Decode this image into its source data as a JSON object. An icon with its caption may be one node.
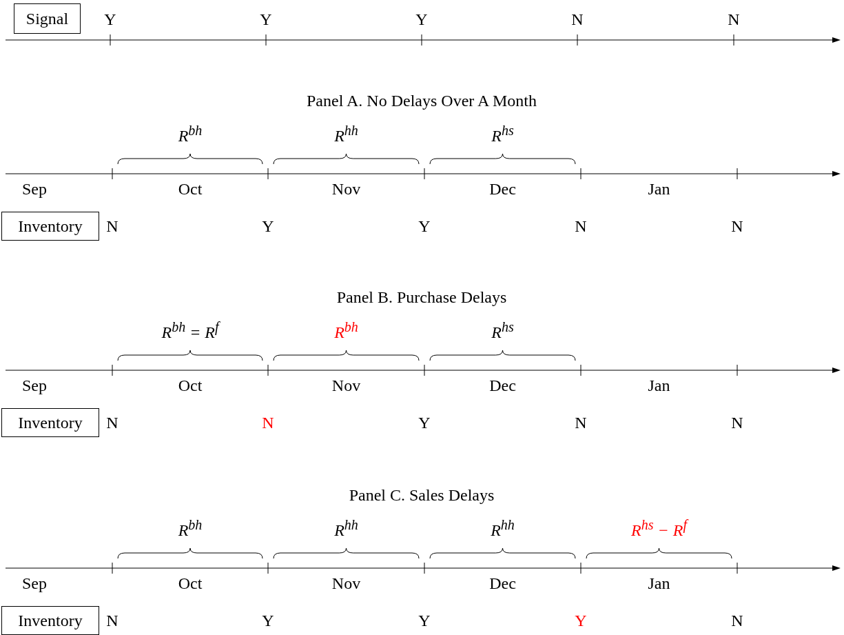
{
  "diagram": {
    "nodes": [
      {
        "text": [
          "Signal"
        ]
      },
      {
        "text": [
          "Inventory"
        ]
      },
      {
        "text": [
          "Inventory"
        ]
      },
      {
        "text": [
          "Inventory"
        ]
      }
    ],
    "labels": [
      "Y",
      "Y",
      "Y",
      "N",
      "N",
      "Panel A. No Delays Over A Month",
      "R$^{bh}$",
      "R$^{hh}$",
      "R$^{hs}$",
      "Sep",
      "Oct",
      "Nov",
      "Dec",
      "Jan",
      "N",
      "Y",
      "Y",
      "N",
      "N",
      "Panel B. Purchase Delays",
      "R$^{bh}$ = R$^{f}$",
      "R$^{bh}$",
      "R$^{hs}$",
      "Sep",
      "Oct",
      "Nov",
      "Dec",
      "Jan",
      "N",
      "N",
      "Y",
      "N",
      "N",
      "Panel C. Sales Delays",
      "R$^{bh}$",
      "R$^{hh}$",
      "R$^{hh}$",
      "R$^{hs}$ − R$^{f}$",
      "Sep",
      "Oct",
      "Nov",
      "Dec",
      "Jan",
      "N",
      "Y",
      "Y",
      "Y",
      "N"
    ]
  }
}
